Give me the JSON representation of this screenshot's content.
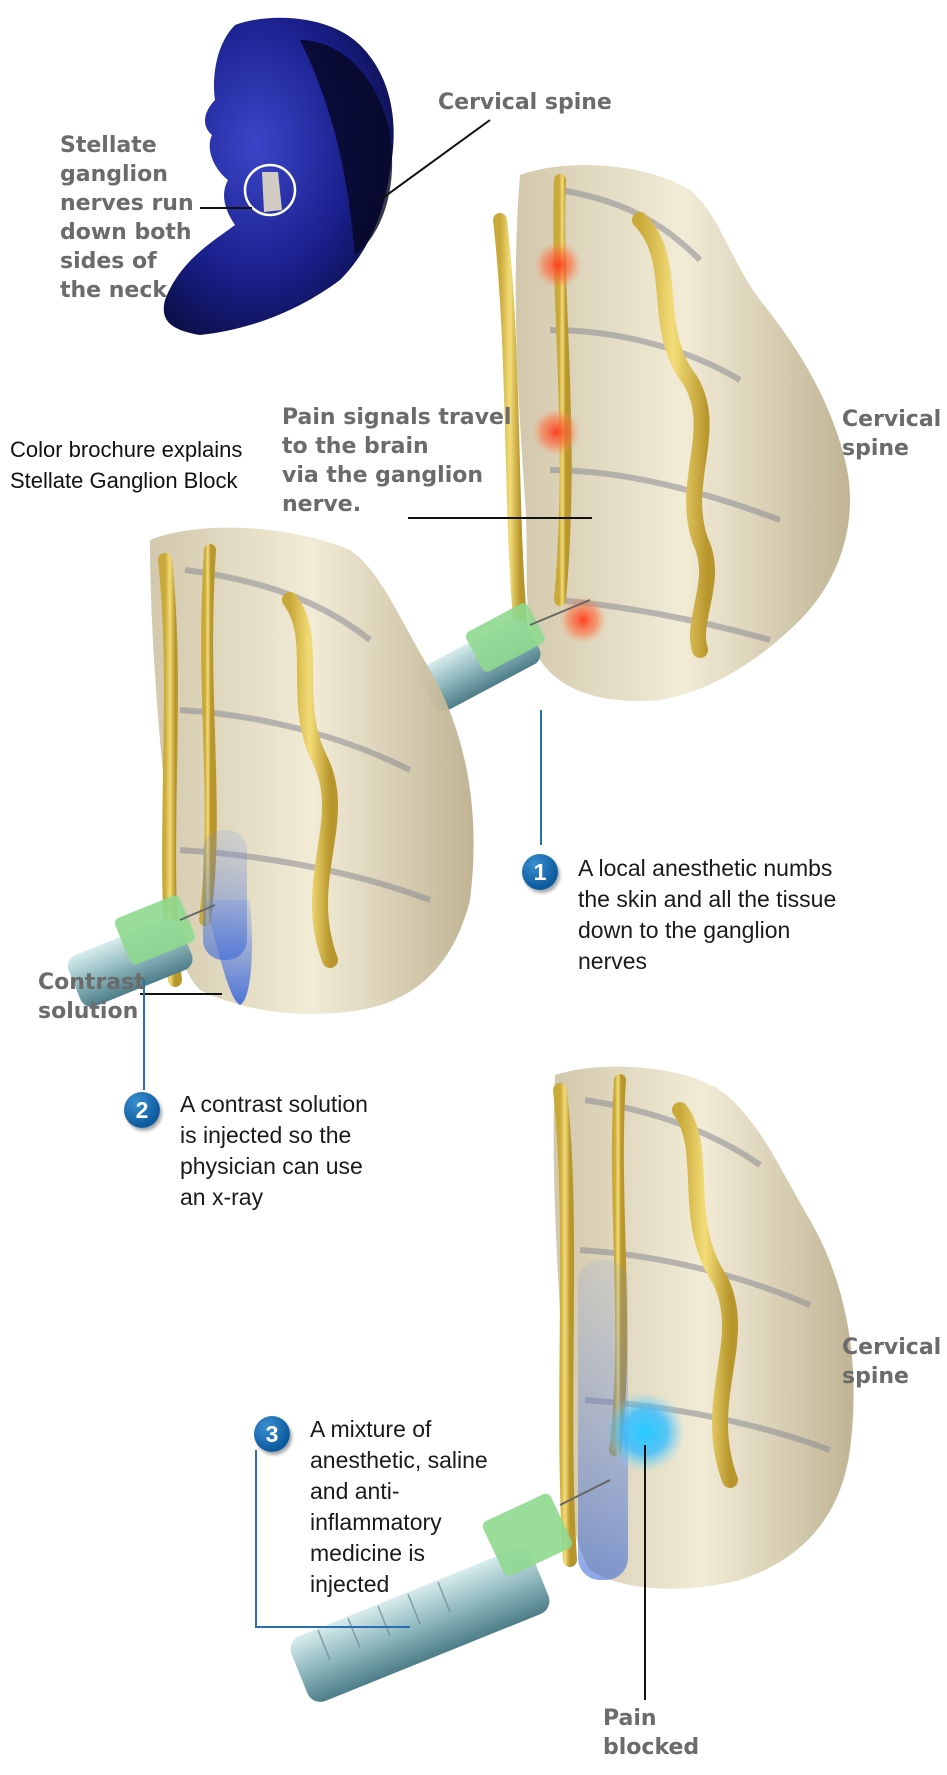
{
  "caption": "Color brochure explains\nStellate Ganglion Block",
  "labels": {
    "cervical_spine_head": "Cervical spine",
    "stellate_ganglion": "Stellate\nganglion\nnerves run\ndown both\nsides of\nthe neck",
    "pain_signals": "Pain signals travel\nto the brain\nvia the ganglion\nnerve.",
    "cervical_spine_1": "Cervical\nspine",
    "contrast_solution": "Contrast\nsolution",
    "cervical_spine_3": "Cervical\nspine",
    "pain_blocked": "Pain\nblocked"
  },
  "steps": [
    {
      "number": "1",
      "text": "A local anesthetic numbs\nthe skin and all the tissue\ndown to the ganglion\nnerves"
    },
    {
      "number": "2",
      "text": "A contrast solution\nis injected so the\nphysician can use\nan x-ray"
    },
    {
      "number": "3",
      "text": "A mixture of\nanesthetic, saline\nand anti-\ninflammatory\nmedicine is\ninjected"
    }
  ],
  "colors": {
    "bone": "#e9e1c8",
    "nerve": "#e6c95a",
    "pain": "#ff5a2a",
    "contrast": "#4f7fe0",
    "blocked": "#33d2ff",
    "needle_hub": "#8fd88f",
    "head": "#1a1f8c"
  }
}
